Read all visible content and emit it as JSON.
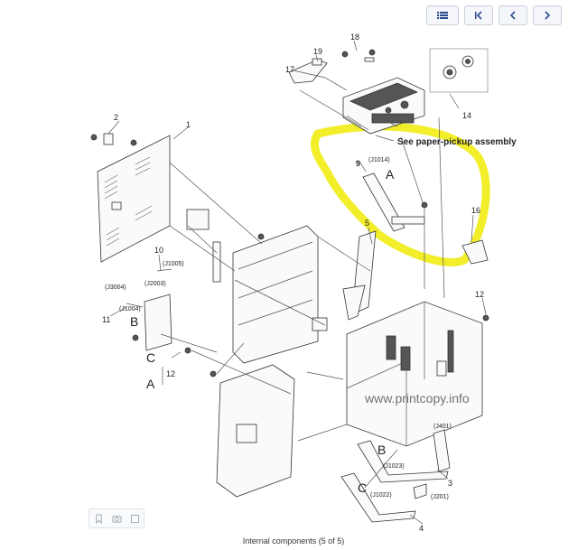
{
  "toolbar": {
    "buttons": [
      {
        "icon": "menu-list-icon"
      },
      {
        "icon": "first-page-icon"
      },
      {
        "icon": "previous-page-icon"
      },
      {
        "icon": "next-page-icon"
      }
    ]
  },
  "diagram": {
    "callouts": [
      "1",
      "2",
      "3",
      "4",
      "5",
      "9",
      "10",
      "11",
      "12",
      "12",
      "14",
      "16",
      "17",
      "18",
      "19"
    ],
    "connectors": [
      "(J1014)",
      "(J1005)",
      "(J2003)",
      "(J3004)",
      "(J1004)",
      "(J401)",
      "(J1023)",
      "(J1022)",
      "(J201)"
    ],
    "letters": [
      "A",
      "A",
      "B",
      "B",
      "C",
      "C"
    ],
    "note": "See paper-pickup assembly",
    "watermark": "www.printcopy.info",
    "highlight_color": "#f2ee2a"
  },
  "caption": "Internal components (5 of 5)",
  "mini_tools": [
    {
      "icon": "bookmark-icon"
    },
    {
      "icon": "camera-icon"
    },
    {
      "icon": "expand-icon"
    }
  ]
}
